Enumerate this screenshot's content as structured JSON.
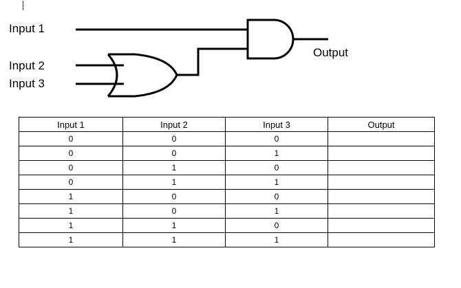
{
  "circuit": {
    "title": "two-input AND gate fed by a three-input arrangement",
    "caret_artifact": "text-caret",
    "labels": {
      "input1": "Input 1",
      "input2": "Input 2",
      "input3": "Input 3",
      "output": "Output"
    },
    "gates": [
      {
        "name": "or-gate",
        "type": "OR",
        "inputs": [
          "Input 2",
          "Input 3"
        ]
      },
      {
        "name": "and-gate",
        "type": "AND",
        "inputs": [
          "Input 1",
          "or-gate"
        ]
      }
    ],
    "line_color": "#000000",
    "stroke_width": 3
  },
  "table": {
    "headers": [
      "Input 1",
      "Input 2",
      "Input 3",
      "Output"
    ],
    "rows": [
      [
        "0",
        "0",
        "0",
        ""
      ],
      [
        "0",
        "0",
        "1",
        ""
      ],
      [
        "0",
        "1",
        "0",
        ""
      ],
      [
        "0",
        "1",
        "1",
        ""
      ],
      [
        "1",
        "0",
        "0",
        ""
      ],
      [
        "1",
        "0",
        "1",
        ""
      ],
      [
        "1",
        "1",
        "0",
        ""
      ],
      [
        "1",
        "1",
        "1",
        ""
      ]
    ],
    "border_color": "#000000",
    "background": "#ffffff"
  }
}
